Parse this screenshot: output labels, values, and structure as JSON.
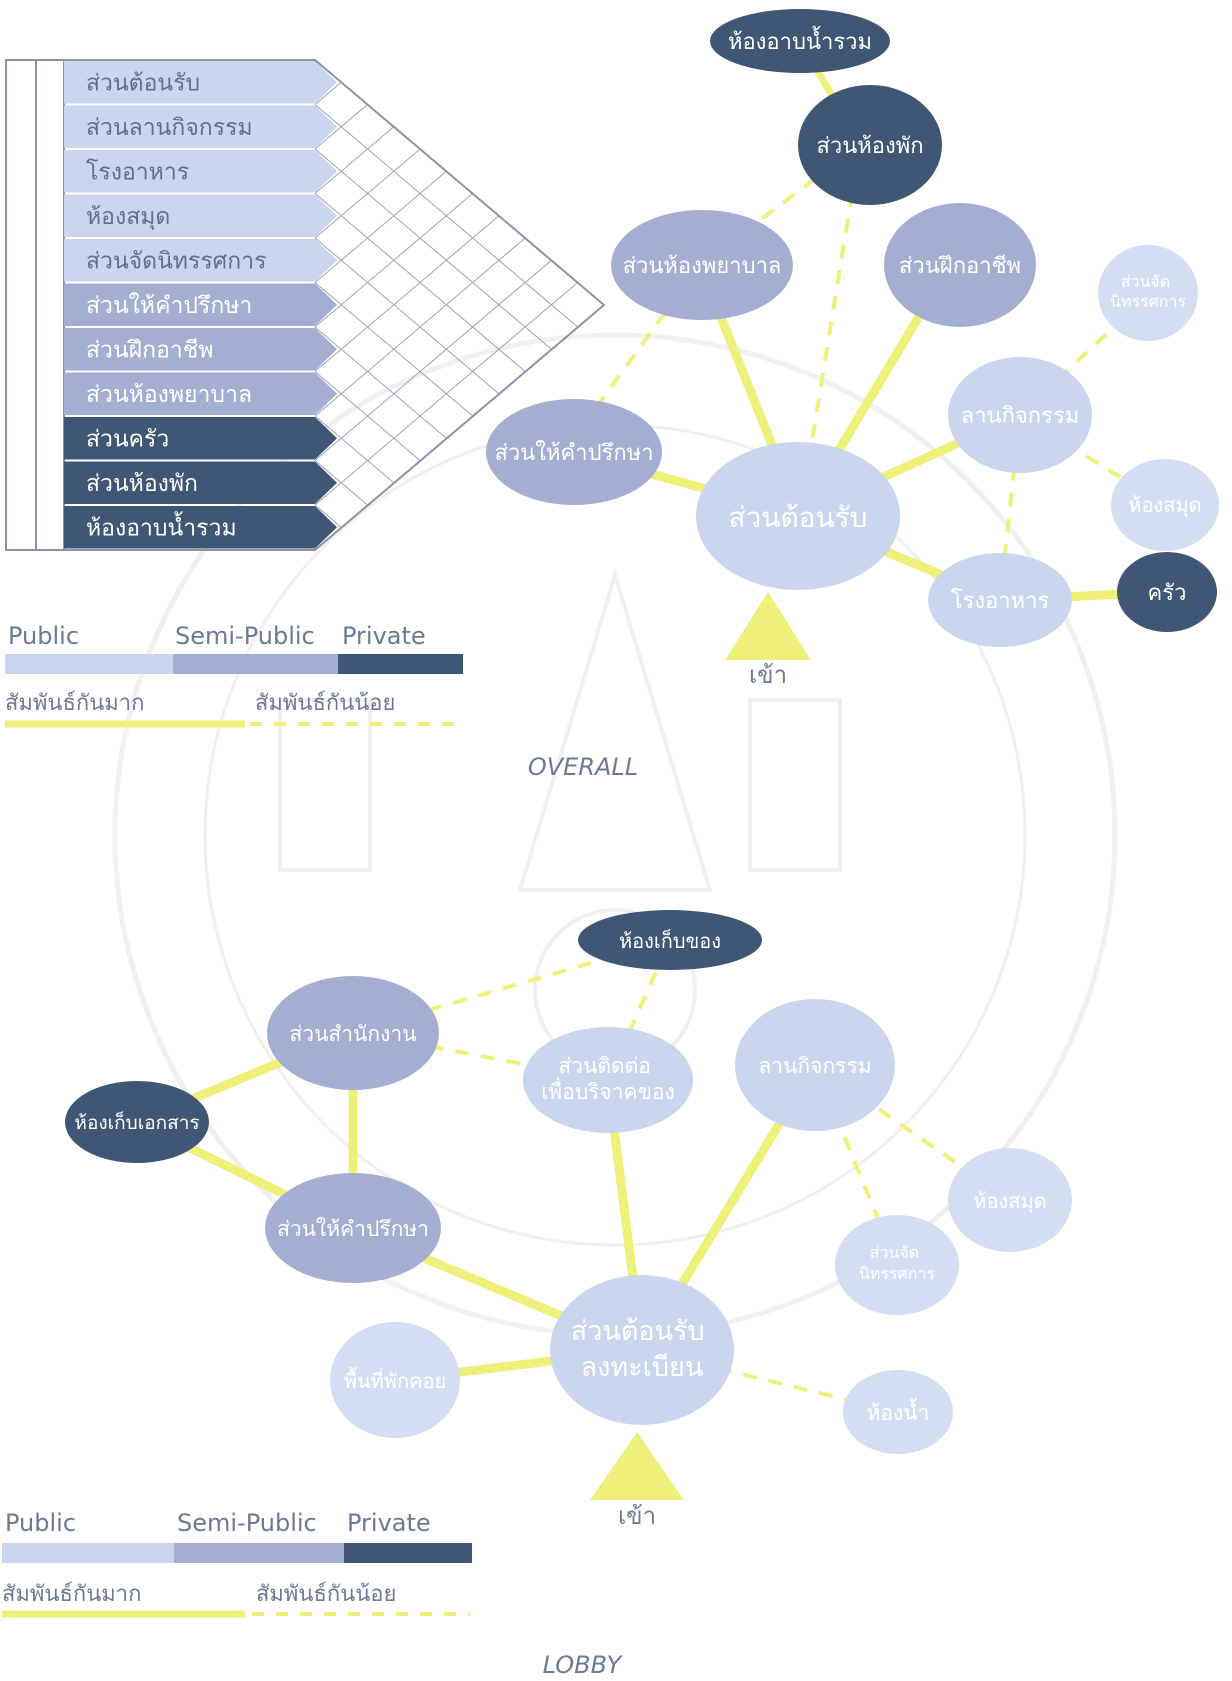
{
  "colors": {
    "public": "#c9d6ee",
    "semi_public": "#a3aed0",
    "private": "#3f5675",
    "strong_link": "#eef07a",
    "weak_link": "#eef07a",
    "text_light": "#ffffff",
    "text_dark": "#6b7a94"
  },
  "overall": {
    "caption": "OVERALL",
    "entrance": "เข้า",
    "matrix_rows": [
      {
        "label": "ส่วนต้อนรับ",
        "zone": "public"
      },
      {
        "label": "ส่วนลานกิจกรรม",
        "zone": "public"
      },
      {
        "label": "โรงอาหาร",
        "zone": "public"
      },
      {
        "label": "ห้องสมุด",
        "zone": "public"
      },
      {
        "label": "ส่วนจัดนิทรรศการ",
        "zone": "public"
      },
      {
        "label": "ส่วนให้คำปรึกษา",
        "zone": "semi"
      },
      {
        "label": "ส่วนฝึกอาชีพ",
        "zone": "semi"
      },
      {
        "label": "ส่วนห้องพยาบาล",
        "zone": "semi"
      },
      {
        "label": "ส่วนครัว",
        "zone": "private"
      },
      {
        "label": "ส่วนห้องพัก",
        "zone": "private"
      },
      {
        "label": "ห้องอาบน้ำรวม",
        "zone": "private"
      }
    ],
    "nodes": {
      "bath": "ห้องอาบน้ำรวม",
      "rooms": "ส่วนห้องพัก",
      "nursing": "ส่วนห้องพยาบาล",
      "vocational": "ส่วนฝึกอาชีพ",
      "exhibit": "ส่วนจัด\nนิทรรศการ",
      "activity": "ลานกิจกรรม",
      "counsel": "ส่วนให้คำปรึกษา",
      "reception": "ส่วนต้อนรับ",
      "library": "ห้องสมุด",
      "canteen": "โรงอาหาร",
      "kitchen": "ครัว"
    }
  },
  "lobby": {
    "caption": "LOBBY",
    "entrance": "เข้า",
    "nodes": {
      "storage": "ห้องเก็บของ",
      "office": "ส่วนสำนักงาน",
      "donation": "ส่วนติดต่อ\nเพื่อบริจาคของ",
      "activity": "ลานกิจกรรม",
      "docs": "ห้องเก็บเอกสาร",
      "counsel": "ส่วนให้คำปรึกษา",
      "library": "ห้องสมุด",
      "exhibit": "ส่วนจัด\nนิทรรศการ",
      "reception": "ส่วนต้อนรับ\nลงทะเบียน",
      "lounge": "พื้นที่พักคอย",
      "toilet": "ห้องน้ำ"
    }
  },
  "legend": {
    "public": "Public",
    "semi_public": "Semi-Public",
    "private": "Private",
    "strong": "สัมพันธ์กันมาก",
    "weak": "สัมพันธ์กันน้อย"
  }
}
